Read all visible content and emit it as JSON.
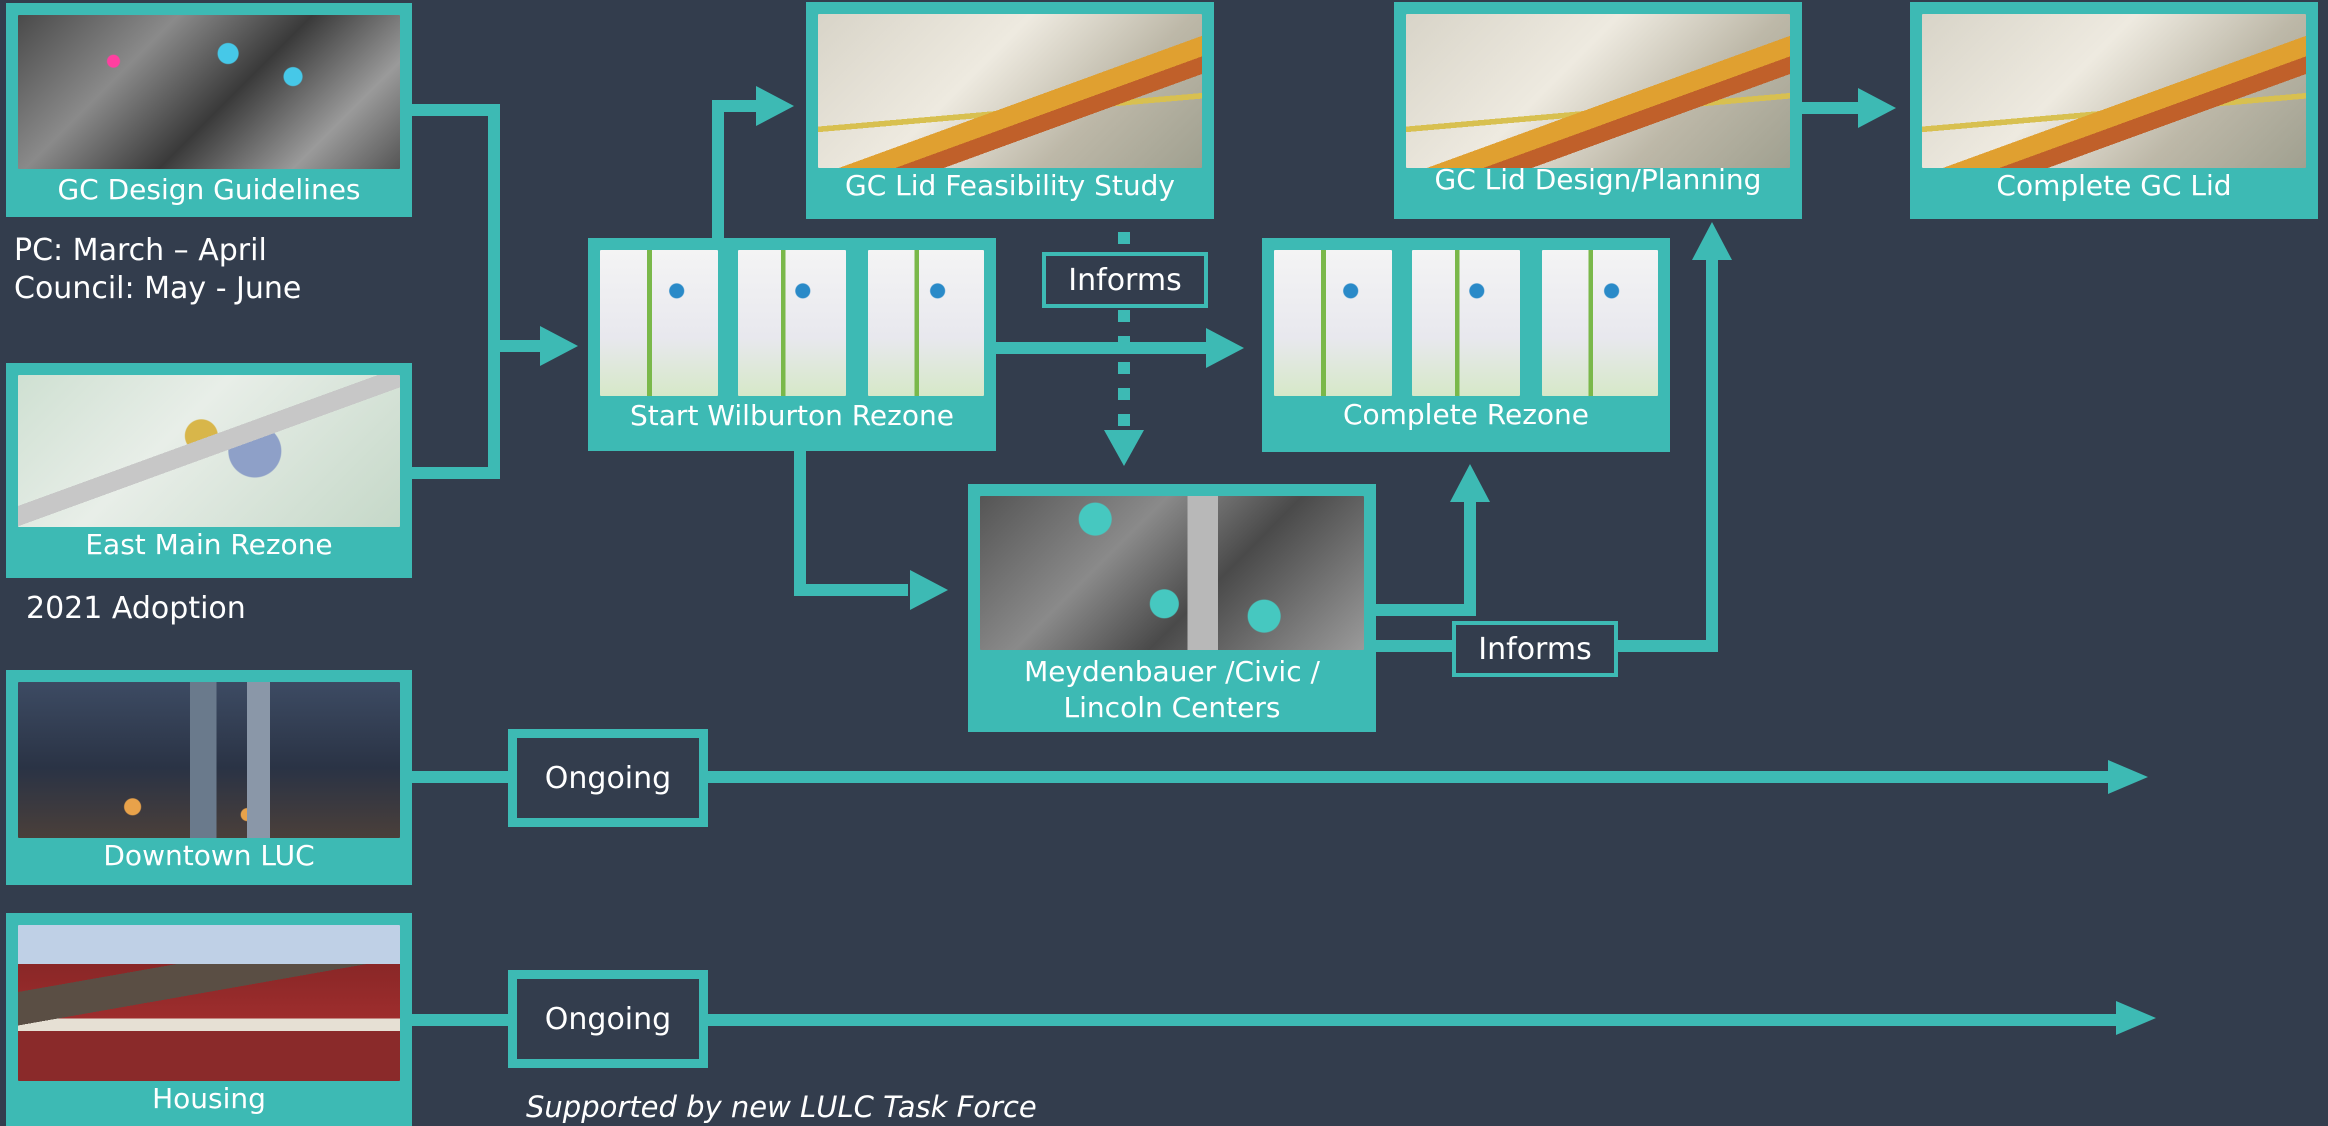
{
  "colors": {
    "background": "#333d4d",
    "accent": "#3dbab4",
    "text": "#ffffff"
  },
  "cards": {
    "gc_design_guidelines": "GC Design Guidelines",
    "east_main_rezone": "East Main Rezone",
    "downtown_luc": "Downtown LUC",
    "housing": "Housing",
    "start_wilburton_rezone": "Start Wilburton Rezone",
    "gc_lid_feasibility_study": "GC Lid Feasibility Study",
    "meydenbauer_line1": "Meydenbauer /Civic /",
    "meydenbauer_line2": "Lincoln Centers",
    "complete_rezone": "Complete Rezone",
    "gc_lid_design_planning": "GC Lid Design/Planning",
    "complete_gc_lid": "Complete GC Lid"
  },
  "notes": {
    "pc_schedule": "PC: March – April",
    "council_schedule": "Council: May - June",
    "adoption": "2021 Adoption",
    "task_force": "Supported by new LULC Task Force"
  },
  "labels": {
    "informs_top": "Informs",
    "informs_bottom": "Informs",
    "ongoing_downtown": "Ongoing",
    "ongoing_housing": "Ongoing"
  }
}
